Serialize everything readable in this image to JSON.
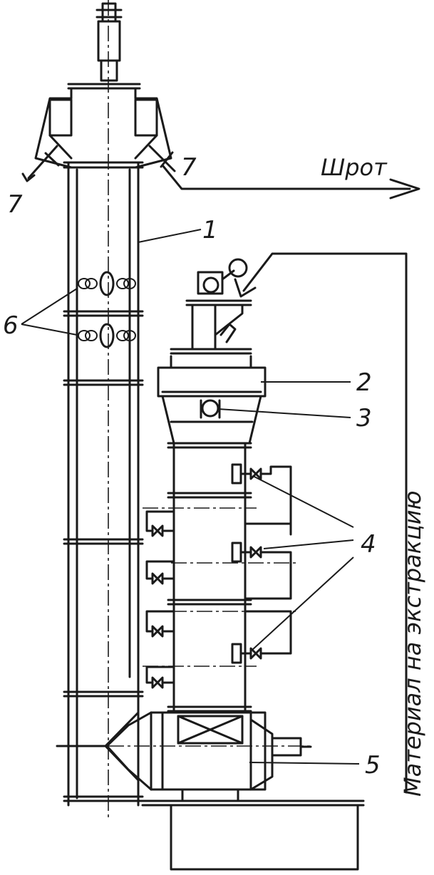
{
  "labels": {
    "shrot": "Шрот",
    "material": "Материал на экстракцию",
    "n1": "1",
    "n2": "2",
    "n3": "3",
    "n4": "4",
    "n5": "5",
    "n6": "6",
    "n7_left": "7",
    "n7_right": "7"
  }
}
